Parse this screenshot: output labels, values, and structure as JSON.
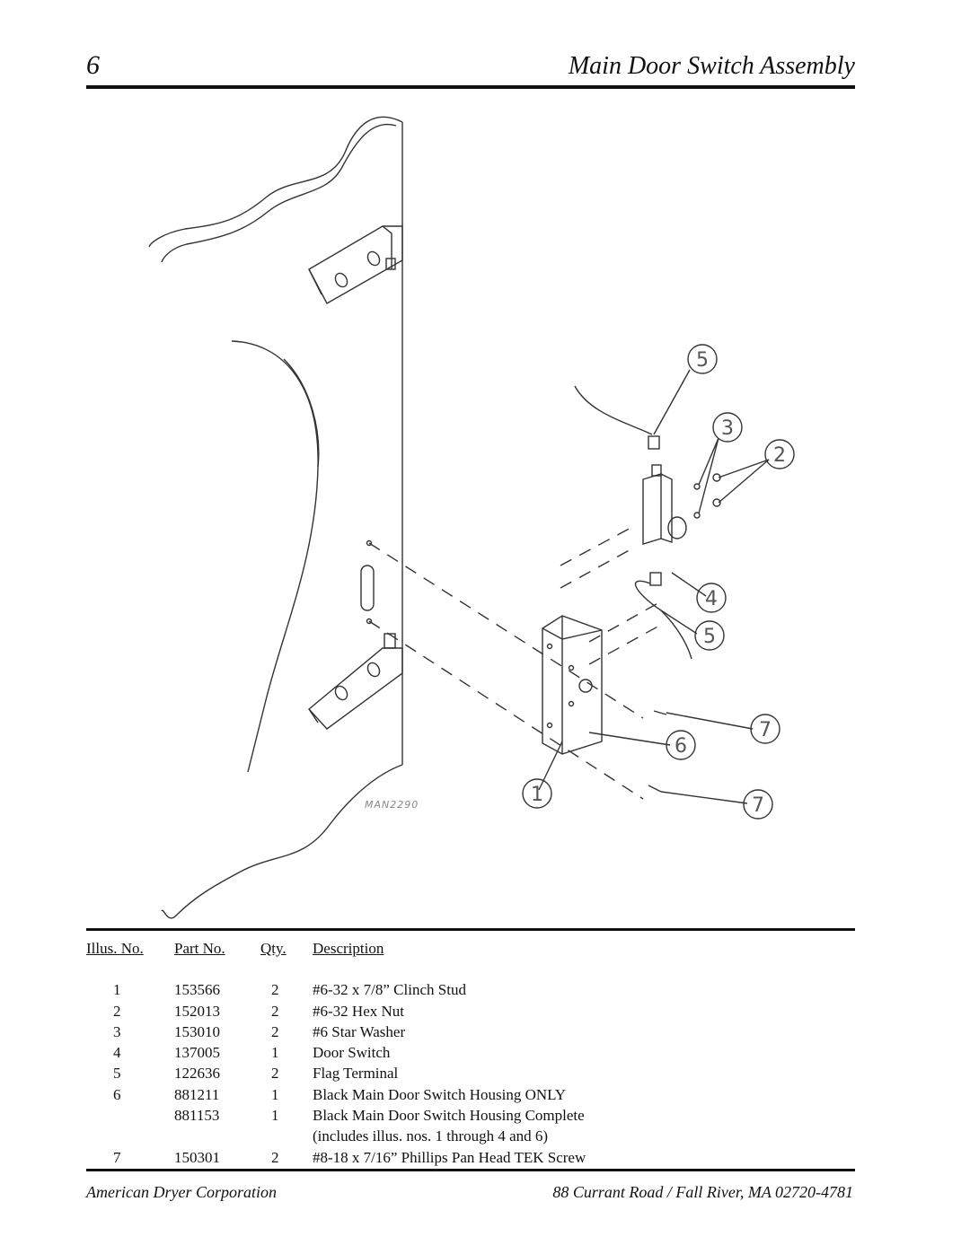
{
  "header": {
    "page_number": "6",
    "title": "Main Door Switch Assembly"
  },
  "diagram": {
    "drawing_id": "MAN2290",
    "callouts": [
      "5",
      "3",
      "2",
      "4",
      "5",
      "7",
      "6",
      "1",
      "7"
    ]
  },
  "parts_table": {
    "headers": [
      "Illus. No.",
      "Part No.",
      "Qty.",
      "Description"
    ],
    "rows": [
      {
        "illus": "1",
        "part": "153566",
        "qty": "2",
        "desc": "#6-32 x 7/8” Clinch Stud"
      },
      {
        "illus": "2",
        "part": "152013",
        "qty": "2",
        "desc": "#6-32 Hex Nut"
      },
      {
        "illus": "3",
        "part": "153010",
        "qty": "2",
        "desc": "#6  Star  Washer"
      },
      {
        "illus": "4",
        "part": "137005",
        "qty": "1",
        "desc": "Door Switch"
      },
      {
        "illus": "5",
        "part": "122636",
        "qty": "2",
        "desc": "Flag Terminal"
      },
      {
        "illus": "6",
        "part": "881211",
        "qty": "1",
        "desc": "Black Main Door Switch Housing ONLY"
      },
      {
        "illus": "",
        "part": "881153",
        "qty": "1",
        "desc": "Black Main Door Switch Housing Complete"
      },
      {
        "illus": "",
        "part": "",
        "qty": "",
        "desc": "(includes illus. nos. 1 through 4 and 6)"
      },
      {
        "illus": "7",
        "part": "150301",
        "qty": "2",
        "desc": "#8-18 x 7/16” Phillips Pan Head TEK Screw"
      }
    ]
  },
  "footer": {
    "company": "American Dryer Corporation",
    "address": "88 Currant Road / Fall River, MA 02720-4781"
  }
}
